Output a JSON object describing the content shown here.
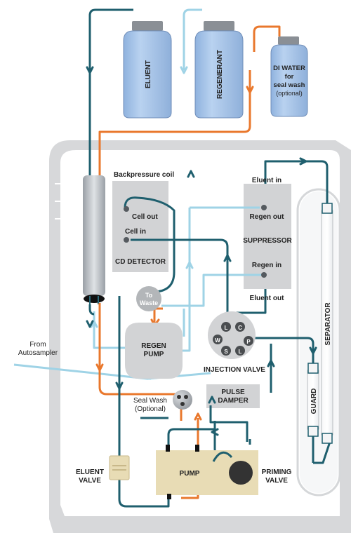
{
  "colors": {
    "eluent_line": "#1f5f6e",
    "regenerant_line": "#9fd3e6",
    "water_line": "#e9782d",
    "bottle_fill": "#a9c6ea",
    "bottle_cap": "#8a8f95",
    "panel": "#e6e7e8",
    "box_fill": "#d2d3d5",
    "pump_fill": "#e8dcb5"
  },
  "bottles": {
    "eluent": "ELUENT",
    "regenerant": "REGENERANT",
    "di_water": [
      "DI WATER",
      "for",
      "seal wash",
      "(optional)"
    ]
  },
  "labels": {
    "backpressure_coil": "Backpressure coil",
    "cell_out": "Cell out",
    "cell_in": "Cell in",
    "cd_detector": "CD DETECTOR",
    "eluent_in": "Eluent in",
    "regen_out": "Regen out",
    "suppressor": "SUPPRESSOR",
    "regen_in": "Regen in",
    "eluent_out": "Eluent out",
    "to_waste": [
      "To",
      "Waste"
    ],
    "regen_pump": [
      "REGEN",
      "PUMP"
    ],
    "from_autosampler": [
      "From",
      "Autosampler"
    ],
    "injection_valve": "INJECTION VALVE",
    "seal_wash": [
      "Seal Wash",
      "(Optional)"
    ],
    "pulse_damper": [
      "PULSE",
      "DAMPER"
    ],
    "eluent_valve": [
      "ELUENT",
      "VALVE"
    ],
    "pump": "PUMP",
    "priming_valve": [
      "PRIMING",
      "VALVE"
    ],
    "separator": "SEPARATOR",
    "guard": "GUARD"
  },
  "valve_ports": [
    "L",
    "C",
    "W",
    "P",
    "S",
    "L"
  ]
}
